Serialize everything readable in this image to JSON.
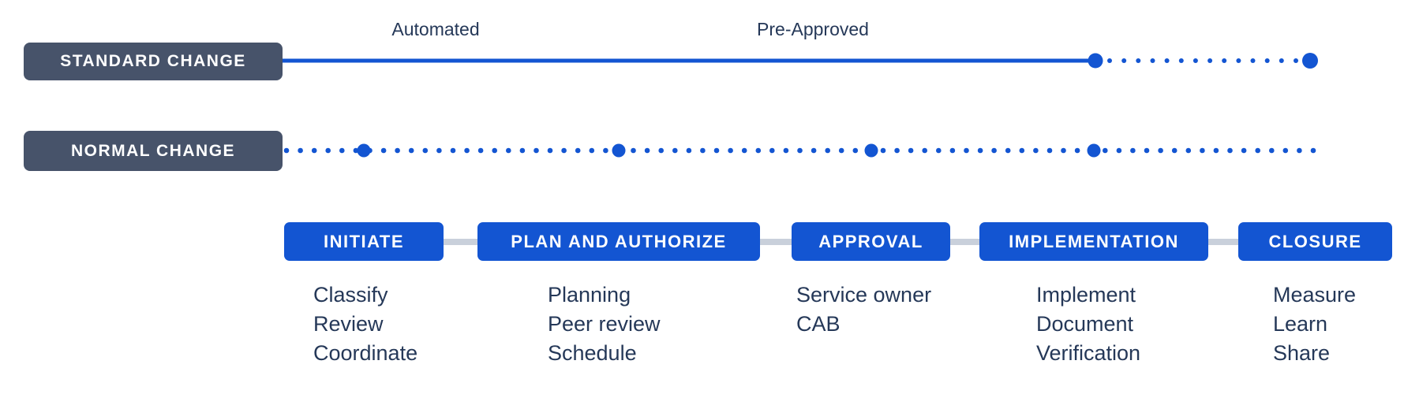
{
  "diagram": {
    "rows": [
      {
        "id": "standard",
        "label": "STANDARD CHANGE",
        "annotations": [
          "Automated",
          "Pre-Approved"
        ],
        "line_style": "solid then dotted"
      },
      {
        "id": "normal",
        "label": "NORMAL CHANGE",
        "annotations": [],
        "line_style": "dotted with stage milestones"
      }
    ],
    "stages": [
      {
        "label": "INITIATE",
        "items": [
          "Classify",
          "Review",
          "Coordinate"
        ]
      },
      {
        "label": "PLAN AND AUTHORIZE",
        "items": [
          "Planning",
          "Peer review",
          "Schedule"
        ]
      },
      {
        "label": "APPROVAL",
        "items": [
          "Service owner",
          "CAB"
        ]
      },
      {
        "label": "IMPLEMENTATION",
        "items": [
          "Implement",
          "Document",
          "Verification"
        ]
      },
      {
        "label": "CLOSURE",
        "items": [
          "Measure",
          "Learn",
          "Share"
        ]
      }
    ],
    "colors": {
      "blue": "#1355D2",
      "slate": "#47536A",
      "text": "#253858",
      "connector": "#C9D0DB"
    }
  }
}
